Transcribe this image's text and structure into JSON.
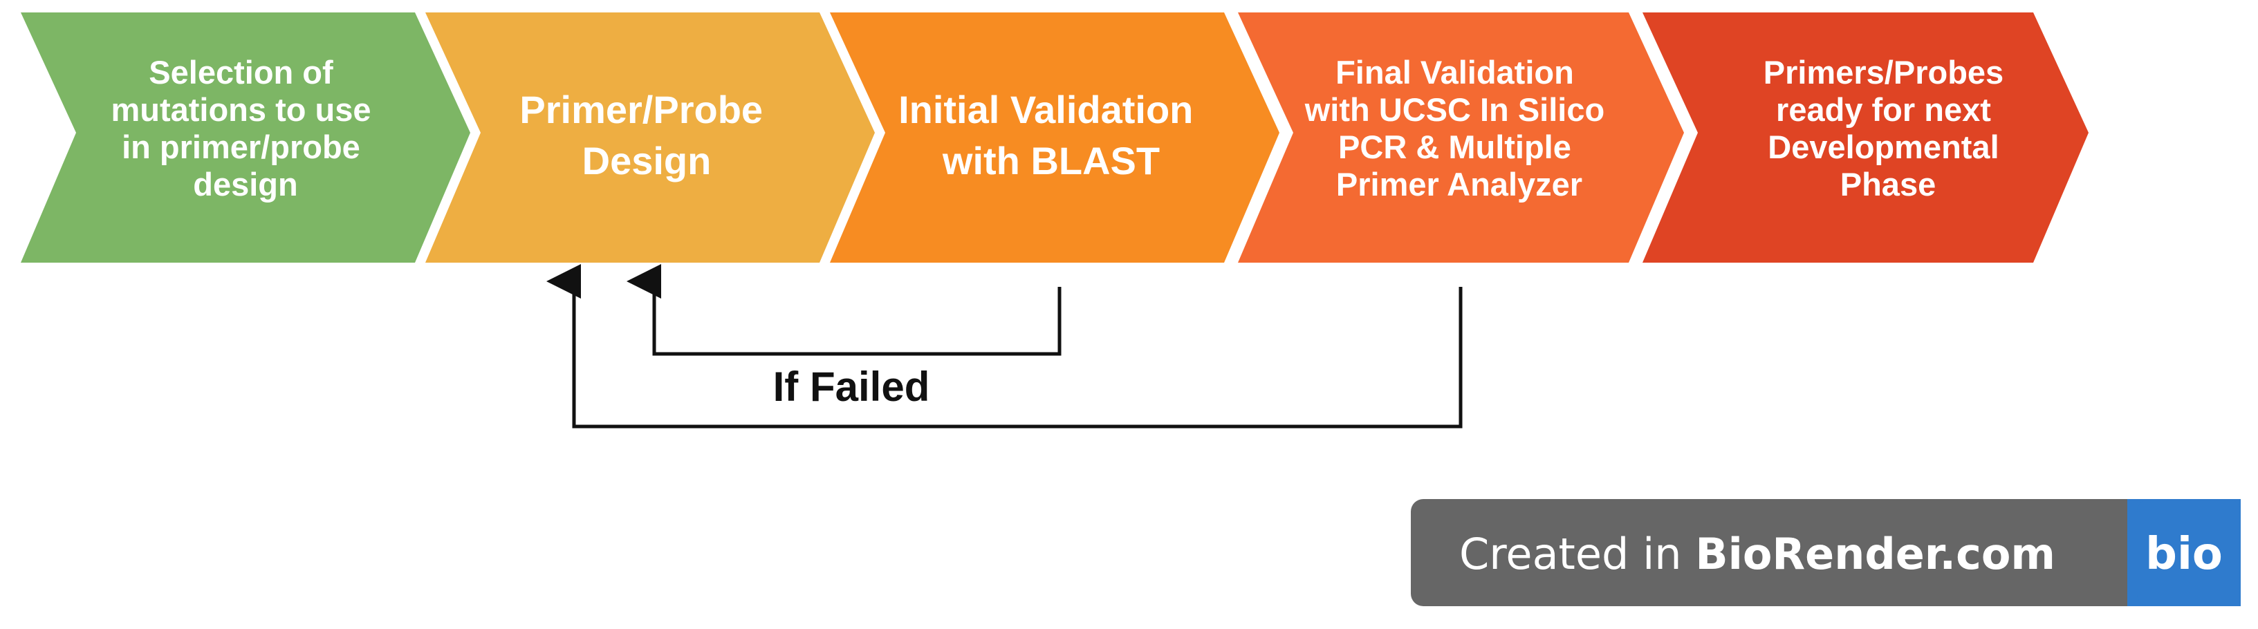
{
  "steps": [
    {
      "lines": [
        "Selection of",
        "mutations to use",
        "in primer/probe",
        "design"
      ],
      "color": "#7db665"
    },
    {
      "lines": [
        "Primer/Probe",
        "Design"
      ],
      "color": "#eeae42"
    },
    {
      "lines": [
        "Initial Validation",
        "with BLAST"
      ],
      "color": "#f78c22"
    },
    {
      "lines": [
        "Final Validation",
        "with UCSC In Silico",
        "PCR & Multiple",
        "Primer Analyzer"
      ],
      "color": "#f46a32"
    },
    {
      "lines": [
        "Primers/Probes",
        "ready for next",
        "Developmental",
        "Phase"
      ],
      "color": "#df4424"
    }
  ],
  "loop_label": "If Failed",
  "badge": {
    "prefix": "Created in ",
    "brand": "BioRender.com",
    "logo": "bio",
    "background": "#666666",
    "logo_background": "#2f7bcd"
  }
}
